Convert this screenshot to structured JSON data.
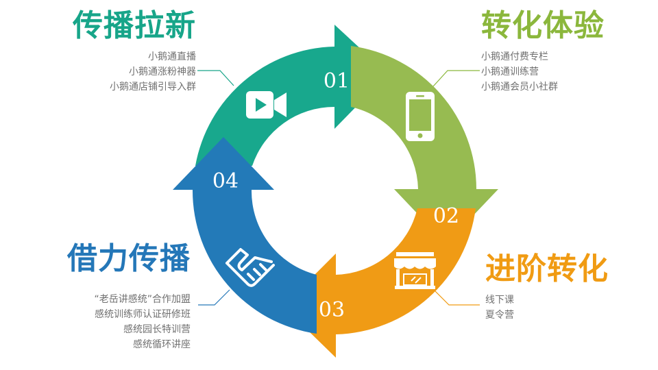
{
  "colors": {
    "teal": "#18a88d",
    "green": "#97bb51",
    "orange": "#f09b15",
    "blue": "#237ab8"
  },
  "steps": [
    {
      "number": "01",
      "title": "传播拉新",
      "icon": "video-camera-icon",
      "items": [
        "小鹅通直播",
        "小鹅通涨粉神器",
        "小鹅通店铺引导入群"
      ]
    },
    {
      "number": "02",
      "title": "转化体验",
      "icon": "smartphone-icon",
      "items": [
        "小鹅通付费专栏",
        "小鹅通训练营",
        "小鹅通会员小社群"
      ]
    },
    {
      "number": "03",
      "title": "进阶转化",
      "icon": "storefront-icon",
      "items": [
        "线下课",
        "夏令营"
      ]
    },
    {
      "number": "04",
      "title": "借力传播",
      "icon": "handshake-icon",
      "items": [
        "“老岳讲感统”合作加盟",
        "感统训练师认证研修班",
        "感统园长特训营",
        "感统循环讲座"
      ]
    }
  ]
}
